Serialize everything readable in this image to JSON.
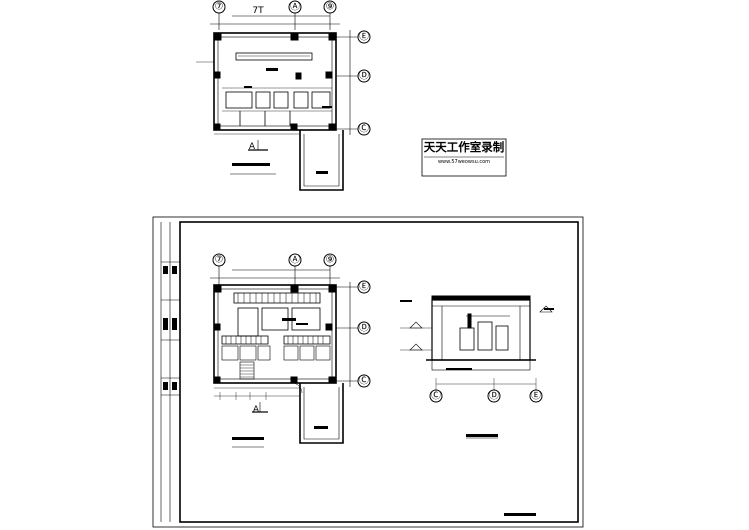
{
  "axes_plan1": [
    "⑦",
    "Ⓐ",
    "⑨",
    "Ⓔ",
    "Ⓓ",
    "Ⓒ"
  ],
  "axes_plan2": [
    "⑦",
    "Ⓐ",
    "⑨",
    "Ⓔ",
    "Ⓓ",
    "Ⓒ"
  ],
  "axes_section": [
    "Ⓒ",
    "Ⓓ",
    "Ⓔ"
  ],
  "section_mark": "A",
  "watermark": {
    "title": "天天工作室录制",
    "url": "www.57weowsu.com"
  },
  "dim_top": "7T"
}
